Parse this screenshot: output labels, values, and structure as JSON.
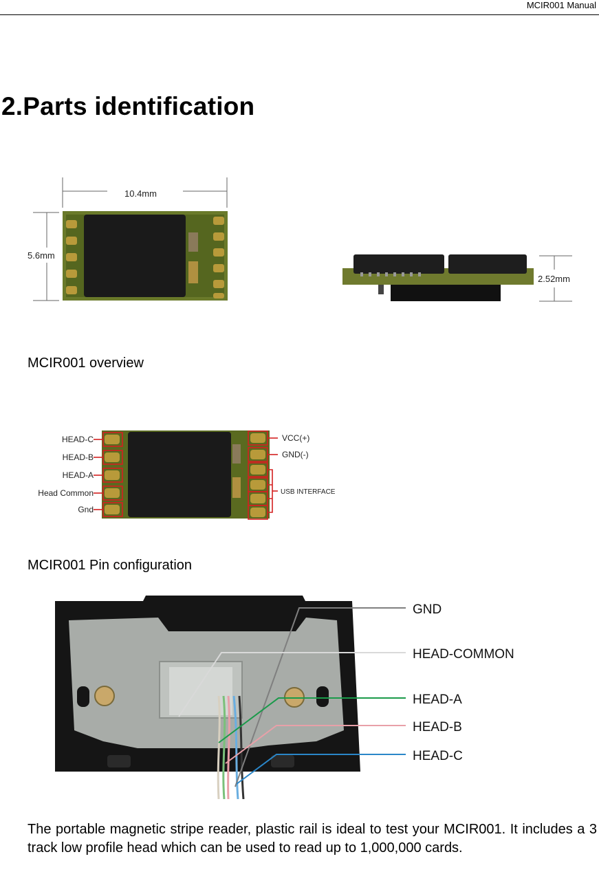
{
  "header": {
    "title": "MCIR001 Manual"
  },
  "section_title": "2.Parts identification",
  "figure1": {
    "width_label": "10.4mm",
    "height_label": "5.6mm",
    "thickness_label": "2.52mm",
    "caption": "MCIR001 overview"
  },
  "figure2": {
    "left_labels": [
      "HEAD-C",
      "HEAD-B",
      "HEAD-A",
      "Head Common",
      "Gnd"
    ],
    "right_labels": [
      "VCC(+)",
      "GND(-)",
      "USB INTERFACE"
    ],
    "caption": "MCIR001 Pin configuration"
  },
  "figure3": {
    "wire_labels": [
      {
        "text": "GND",
        "color": "#7f7f7f"
      },
      {
        "text": "HEAD-COMMON",
        "color": "#d9d9d9"
      },
      {
        "text": "HEAD-A",
        "color": "#1a9a4a"
      },
      {
        "text": "HEAD-B",
        "color": "#e8a0a8"
      },
      {
        "text": "HEAD-C",
        "color": "#2a86c8"
      }
    ]
  },
  "paragraph": "The portable magnetic stripe reader, plastic rail is ideal to test your MCIR001. It includes a 3 track low profile head which can be used to read up to 1,000,000 cards."
}
